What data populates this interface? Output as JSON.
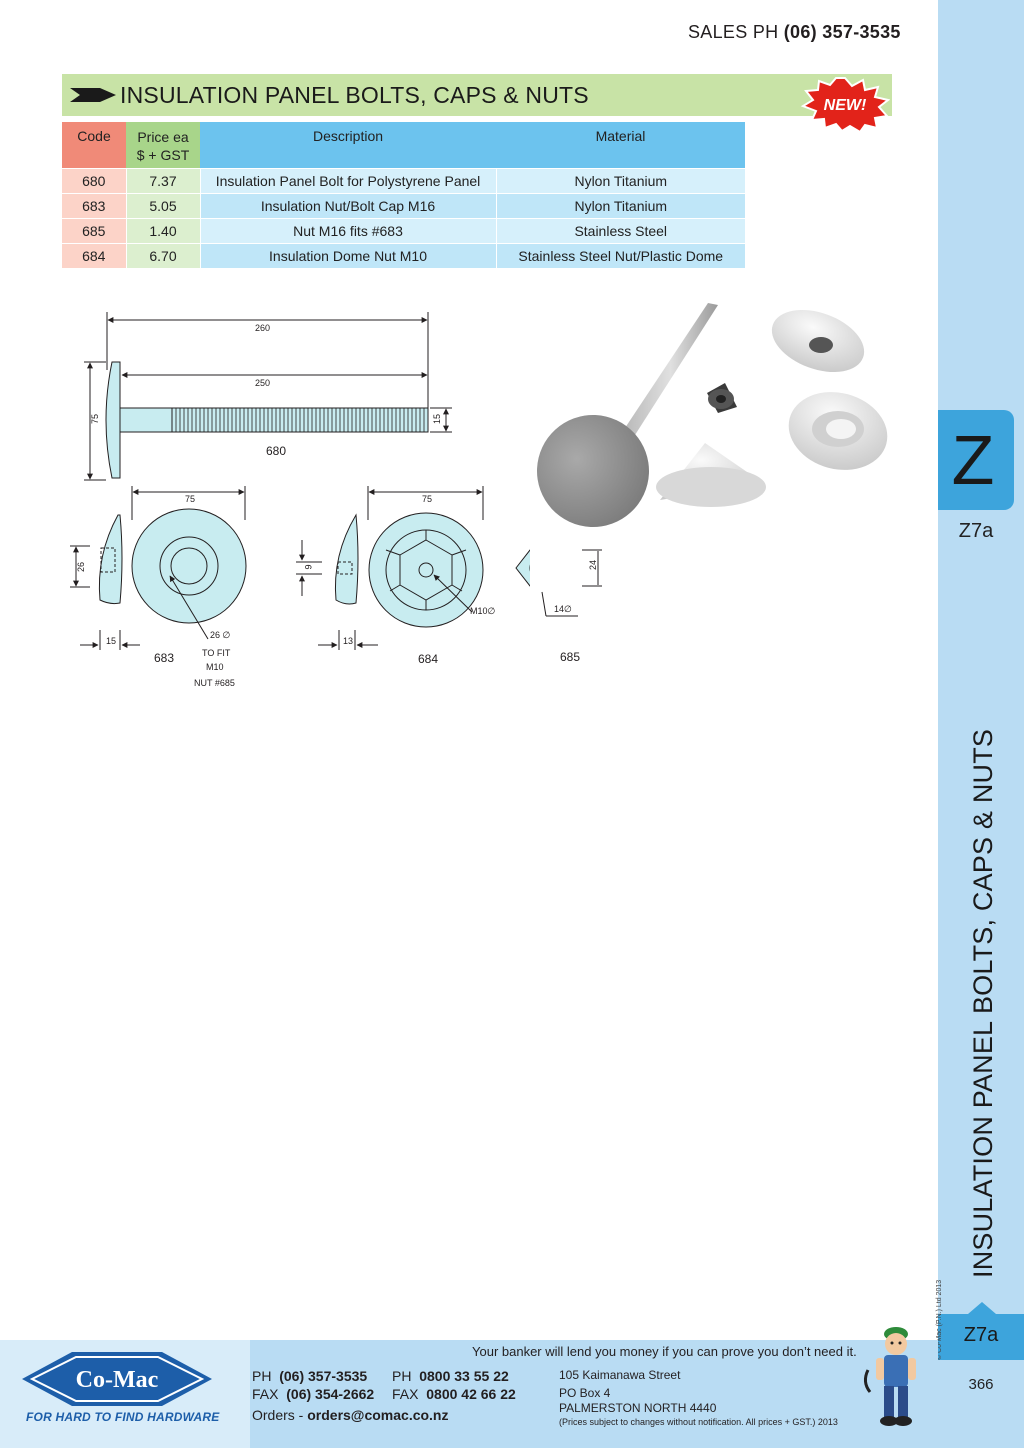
{
  "header": {
    "sales_label": "SALES  PH ",
    "sales_phone": "(06) 357-3535"
  },
  "section": {
    "title": "INSULATION PANEL BOLTS, CAPS & NUTS",
    "badge": "NEW!"
  },
  "table": {
    "headers": {
      "code": "Code",
      "price_line1": "Price ea",
      "price_line2": "$ + GST",
      "description": "Description",
      "material": "Material"
    },
    "rows": [
      {
        "code": "680",
        "price": "7.37",
        "description": "Insulation Panel Bolt for Polystyrene Panel",
        "material": "Nylon Titanium"
      },
      {
        "code": "683",
        "price": "5.05",
        "description": "Insulation Nut/Bolt Cap M16",
        "material": "Nylon Titanium"
      },
      {
        "code": "685",
        "price": "1.40",
        "description": "Nut M16 fits #683",
        "material": "Stainless Steel"
      },
      {
        "code": "684",
        "price": "6.70",
        "description": "Insulation Dome Nut M10",
        "material": "Stainless Steel Nut/Plastic Dome"
      }
    ]
  },
  "drawings": {
    "bolt": {
      "dim_total": "260",
      "dim_shaft": "250",
      "dim_head": "75",
      "dim_thread": "15",
      "label": "680"
    },
    "cap": {
      "dim_dia": "75",
      "dim_height": "26",
      "dim_depth": "15",
      "dim_hole": "26 ∅",
      "note1": "TO FIT",
      "note2": "M10",
      "note3": "NUT #685",
      "label": "683"
    },
    "dome": {
      "dim_dia": "75",
      "dim_height": "9",
      "dim_depth": "13",
      "dim_thread": "M10∅",
      "label": "684"
    },
    "nut": {
      "dim_height": "24",
      "dim_dia": "14∅",
      "label": "685"
    }
  },
  "sidebar": {
    "section_letter": "Z",
    "page_code_top": "Z7a",
    "vertical_title": "INSULATION PANEL BOLTS, CAPS & NUTS",
    "copyright": "© Co-Mac (P.N.) Ltd 2013",
    "page_code_bottom": "Z7a",
    "page_number": "366"
  },
  "footer": {
    "banner": "Your banker will lend you money if you can prove you don’t need it.",
    "logo_text": "Co-Mac",
    "tagline": "FOR HARD TO FIND HARDWARE",
    "ph_label": "PH",
    "ph_local": "(06) 357-3535",
    "ph_free_label": "PH",
    "ph_free": "0800 33 55 22",
    "fax_label": "FAX",
    "fax_local": "(06) 354-2662",
    "fax_free_label": "FAX",
    "fax_free": "0800 42 66 22",
    "orders_label": "Orders - ",
    "orders_email": "orders@comac.co.nz",
    "address1": "105 Kaimanawa Street",
    "address2": "PO Box 4",
    "address3": "PALMERSTON NORTH 4440",
    "disclaimer": "(Prices subject to changes without notification.  All prices + GST.)  2013"
  },
  "colors": {
    "title_bar": "#c8e3a6",
    "code_header": "#f08a78",
    "price_header": "#a8d58a",
    "blue_header": "#6cc3ee",
    "sidebar": "#b9dcf3",
    "tab": "#3da4dc",
    "brand_blue": "#1d5ea9"
  }
}
